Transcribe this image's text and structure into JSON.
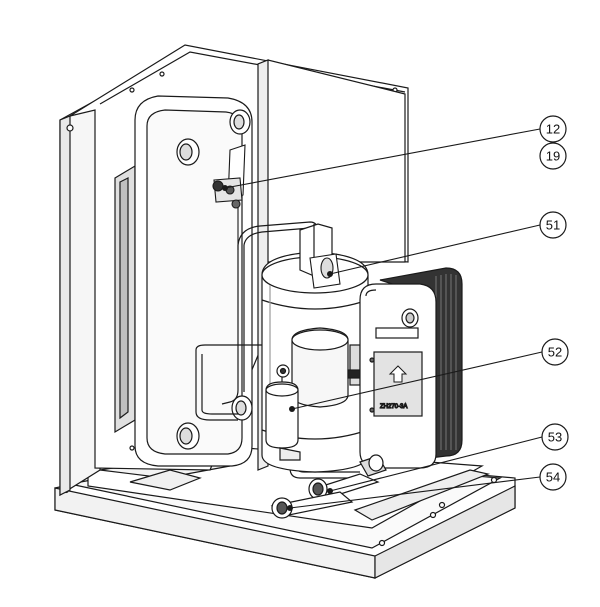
{
  "diagram": {
    "callouts": [
      {
        "id": "c12",
        "label": "12"
      },
      {
        "id": "c19",
        "label": "19"
      },
      {
        "id": "c51",
        "label": "51"
      },
      {
        "id": "c52",
        "label": "52"
      },
      {
        "id": "c53",
        "label": "53"
      },
      {
        "id": "c54",
        "label": "54"
      }
    ],
    "nameplate": "ZH270-3A"
  },
  "colors": {
    "line": "#1a1a1a",
    "fill": "#ffffff",
    "shade": "#d9d9d9",
    "dark": "#333333"
  }
}
